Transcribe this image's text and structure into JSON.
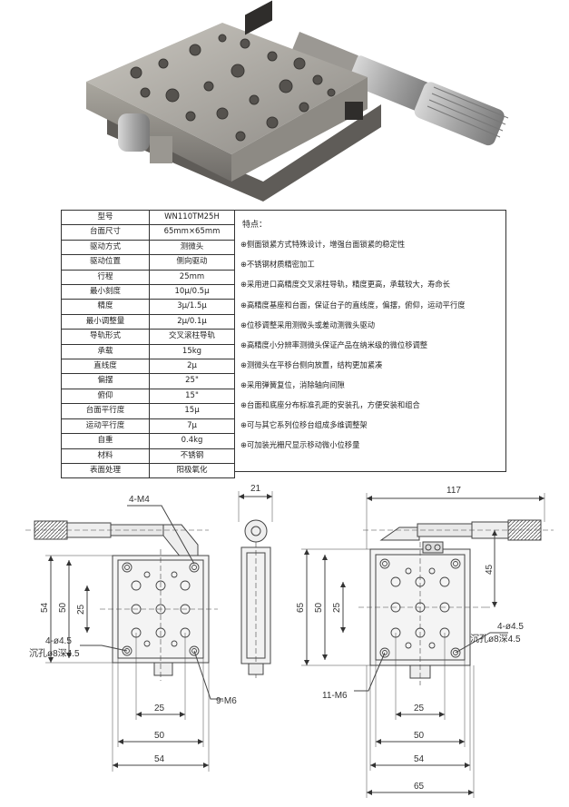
{
  "spec_table": [
    {
      "label": "型号",
      "value": "WN110TM25H"
    },
    {
      "label": "台面尺寸",
      "value": "65mm×65mm"
    },
    {
      "label": "驱动方式",
      "value": "测微头"
    },
    {
      "label": "驱动位置",
      "value": "侧向驱动"
    },
    {
      "label": "行程",
      "value": "25mm"
    },
    {
      "label": "最小刻度",
      "value": "10μ/0.5μ"
    },
    {
      "label": "精度",
      "value": "3μ/1.5μ"
    },
    {
      "label": "最小调整量",
      "value": "2μ/0.1μ"
    },
    {
      "label": "导轨形式",
      "value": "交叉滚柱导轨"
    },
    {
      "label": "承载",
      "value": "15kg"
    },
    {
      "label": "直线度",
      "value": "2μ"
    },
    {
      "label": "偏摆",
      "value": "25\""
    },
    {
      "label": "俯仰",
      "value": "15\""
    },
    {
      "label": "台面平行度",
      "value": "15μ"
    },
    {
      "label": "运动平行度",
      "value": "7μ"
    },
    {
      "label": "自重",
      "value": "0.4kg"
    },
    {
      "label": "材料",
      "value": "不锈钢"
    },
    {
      "label": "表面处理",
      "value": "阳极氧化"
    }
  ],
  "features": {
    "title": "特点：",
    "items": [
      "⊕侧面锁紧方式特殊设计，增强台面锁紧的稳定性",
      "⊕不锈钢材质精密加工",
      "⊕采用进口高精度交叉滚柱导轨，精度更高，承载较大，寿命长",
      "⊕高精度基座和台面，保证台子的直线度，偏摆，俯仰，运动平行度",
      "⊕位移调整采用测微头或差动测微头驱动",
      "⊕高精度小分辨率测微头保证产品在纳米级的微位移调整",
      "⊕测微头在平移台侧向放置，结构更加紧凑",
      "⊕采用弹簧复位，消除轴向间隙",
      "⊕台面和底座分布标准孔距的安装孔，方便安装和组合",
      "⊕可与其它系列位移台组成多维调整架",
      "⊕可加装光栅尺显示移动微小位移量"
    ]
  },
  "drawing": {
    "front": {
      "thread_callout": "4-M4",
      "hole_callout_1": "4-ø4.5",
      "hole_callout_2": "沉孔ø8深4.5",
      "bottom_callout": "9-M6",
      "dim_h_outer": "54",
      "dim_h_inner": "50",
      "dim_h_center": "25",
      "dim_w_center": "25",
      "dim_w_inner": "50",
      "dim_w_outer": "54"
    },
    "side": {
      "dim_width": "21"
    },
    "top": {
      "dim_total": "117",
      "dim_offset": "45",
      "dim_h_outer": "65",
      "dim_h_inner": "50",
      "dim_h_center": "25",
      "hole_callout_1": "4-ø4.5",
      "hole_callout_2": "沉孔ø8深4.5",
      "bottom_callout": "11-M6",
      "dim_w_center": "25",
      "dim_w_inner": "50",
      "dim_w_middle": "54",
      "dim_w_outer": "65"
    }
  }
}
